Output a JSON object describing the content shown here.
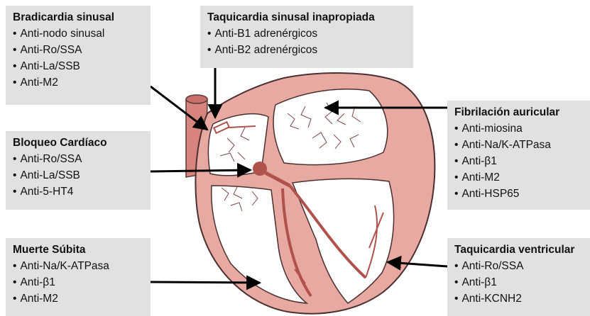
{
  "accent_color": "#d8847e",
  "box_color": "#e1e1e1",
  "boxes": {
    "bradicardia": {
      "title": "Bradicardia sinusal",
      "items": [
        "Anti-nodo sinusal",
        "Anti-Ro/SSA",
        "Anti-La/SSB",
        "Anti-M2"
      ]
    },
    "taquicardia_sinusal": {
      "title": "Taquicardia sinusal inapropiada",
      "items": [
        "Anti-B1 adrenérgicos",
        "Anti-B2 adrenérgicos"
      ]
    },
    "fibrilacion": {
      "title": "Fibrilación auricular",
      "items": [
        "Anti-miosina",
        "Anti-Na/K-ATPasa",
        "Anti-β1",
        "Anti-M2",
        "Anti-HSP65"
      ]
    },
    "bloqueo": {
      "title": "Bloqueo Cardíaco",
      "items": [
        "Anti-Ro/SSA",
        "Anti-La/SSB",
        "Anti-5-HT4"
      ]
    },
    "muerte": {
      "title": "Muerte Súbita",
      "items": [
        "Anti-Na/K-ATPasa",
        "Anti-β1",
        "Anti-M2"
      ]
    },
    "taquicardia_ventricular": {
      "title": "Taquicardia ventricular",
      "items": [
        "Anti-Ro/SSA",
        "Anti-β1",
        "Anti-KCNH2"
      ]
    }
  }
}
